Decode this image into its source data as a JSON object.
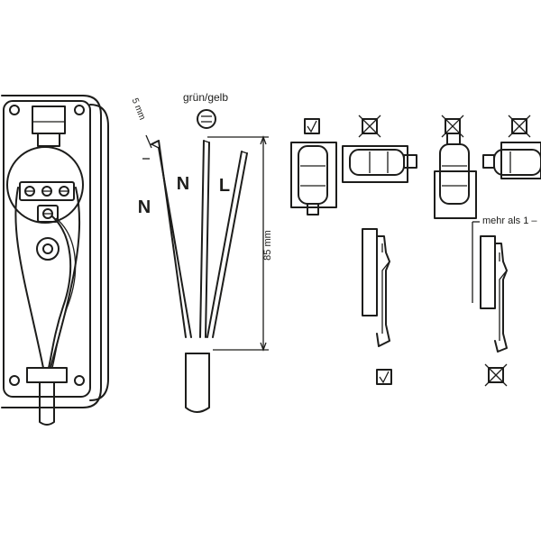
{
  "labels": {
    "ground_label": "grün/gelb",
    "strip_length": "5 mm",
    "wire_length": "85 mm",
    "neutral_outer": "N",
    "neutral_inner": "N",
    "live": "L",
    "more_than": "mehr als 1 –"
  },
  "icons": {
    "ground_symbol": "ground-symbol-icon",
    "correct": "check-box-icon",
    "wrong": "crossed-box-icon"
  },
  "colors": {
    "line": "#1d1d1b",
    "background": "#ffffff"
  }
}
